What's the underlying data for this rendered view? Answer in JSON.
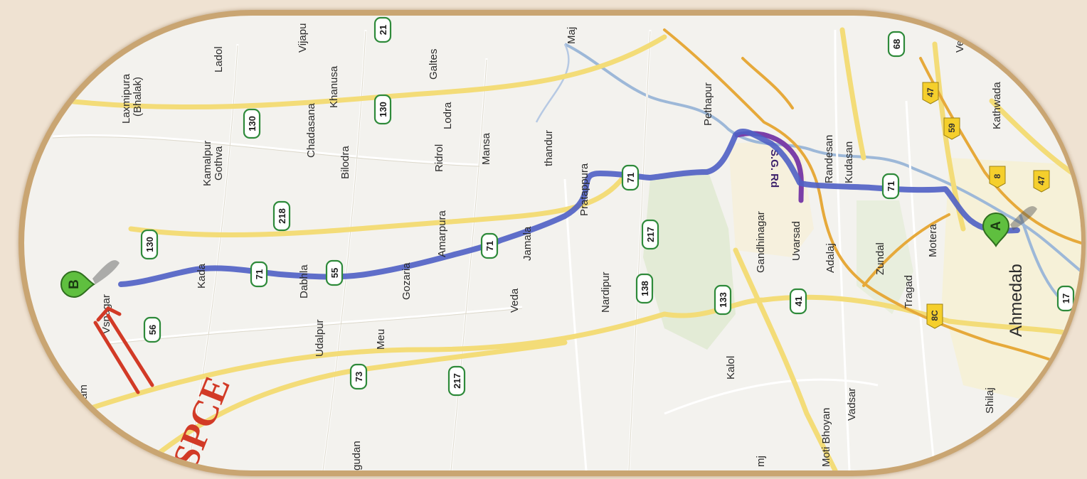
{
  "map": {
    "markers": {
      "start": "A",
      "end": "B"
    },
    "watermark": "SPCE",
    "ring_road_label": "S.G. Rd",
    "places": [
      "Laxmipura",
      "(Bhalak)",
      "Ladol",
      "Vijapu",
      "Kamalpur",
      "Gothva",
      "Chadasana",
      "Khanusa",
      "Galtes",
      "Bilodra",
      "Ridrol",
      "Lodra",
      "Mansa",
      "Kada",
      "Dabhla",
      "Udalpur",
      "Meu",
      "Gozaria",
      "Amarpura",
      "Veda",
      "Jamala",
      "thandur",
      "Pratappura",
      "Nardipur",
      "Pethapur",
      "Kalol",
      "Gandhinagar",
      "Uvarsad",
      "Adalaj",
      "Randesan",
      "Kudasan",
      "Zundal",
      "Tragad",
      "Motera",
      "Kathwada",
      "Ahmedab",
      "Shilaj",
      "Vadsar",
      "Moti Bhoyan",
      "Vsnagar",
      "gudan",
      "Maj",
      "mj",
      "am",
      "Ve",
      "da"
    ],
    "state_highways": [
      "130",
      "130",
      "130",
      "218",
      "71",
      "55",
      "71",
      "71",
      "217",
      "138",
      "133",
      "41",
      "71",
      "56",
      "73",
      "217",
      "21",
      "68",
      "17"
    ],
    "national_highways": [
      "47",
      "59",
      "8",
      "47",
      "8C"
    ]
  }
}
